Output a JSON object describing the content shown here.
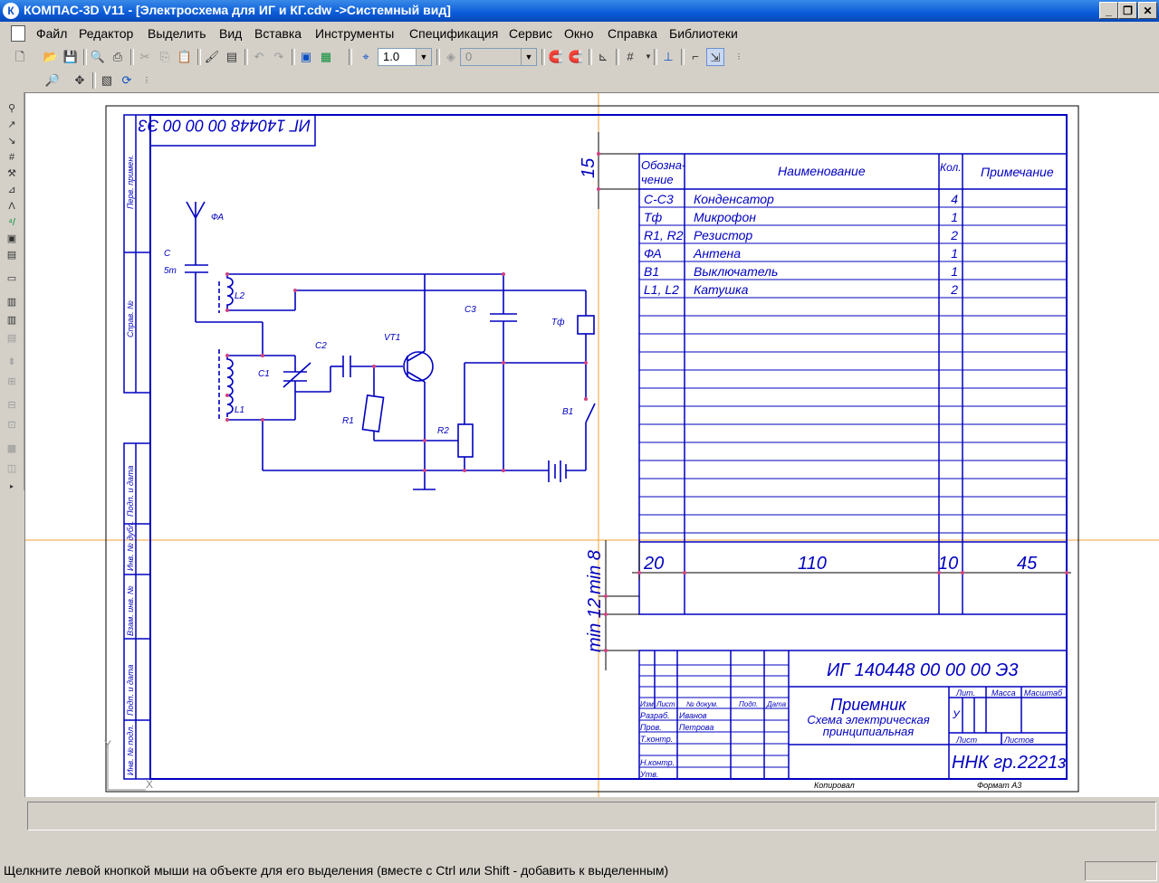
{
  "window": {
    "title": "КОМПАС-3D V11 - [Электросхема для ИГ и КГ.cdw ->Системный вид]",
    "app_icon": "К"
  },
  "menu": [
    "Файл",
    "Редактор",
    "Выделить",
    "Вид",
    "Вставка",
    "Инструменты",
    "Спецификация",
    "Сервис",
    "Окно",
    "Справка",
    "Библиотеки"
  ],
  "toolbar": {
    "scale_value": "1.0",
    "layer_value": "0"
  },
  "status": {
    "message": "Щелкните левой кнопкой мыши на объекте для его выделения (вместе с Ctrl или Shift - добавить к выделенным)"
  },
  "drawing": {
    "stamp_rotated": "ИГ 140448 00 00 00 Э3",
    "side_labels": [
      "Перв. примен.",
      "Справ. №",
      "Подп. и дата",
      "Инв. № дубл.",
      "Взам. инв. №",
      "Подп. и дата",
      "Инв. № подл."
    ],
    "schematic_labels": {
      "antenna": "ФА",
      "cap_c": "С",
      "cap_c_val": "5m",
      "l2": "L2",
      "c3": "С3",
      "tf": "Тф",
      "c2": "С2",
      "vt1": "VT1",
      "c1": "С1",
      "l1": "L1",
      "r1": "R1",
      "r2": "R2",
      "b1": "В1"
    },
    "list_headers": {
      "designation": "Обозна-\nчение",
      "name": "Наименование",
      "qty": "Кол.",
      "note": "Примечание"
    },
    "list_rows": [
      {
        "code": "С-С3",
        "name": "Конденсатор",
        "qty": "4"
      },
      {
        "code": "Тф",
        "name": "Микрофон",
        "qty": "1"
      },
      {
        "code": "R1, R2",
        "name": "Резистор",
        "qty": "2"
      },
      {
        "code": "ФА",
        "name": "Антена",
        "qty": "1"
      },
      {
        "code": "В1",
        "name": "Выключатель",
        "qty": "1"
      },
      {
        "code": "L1, L2",
        "name": "Катушка",
        "qty": "2"
      }
    ],
    "dim_header": "15",
    "dims_columns": [
      "20",
      "110",
      "10",
      "45"
    ],
    "dim_min8": "min 8",
    "dim_min12": "min 12",
    "titleblock": {
      "code": "ИГ 140448 00 00 00 Э3",
      "name1": "Приемник",
      "name2": "Схема электрическая",
      "name3": "принципиальная",
      "lit_hdr": "Лит.",
      "mass_hdr": "Масса",
      "scale_hdr": "Масштаб",
      "lit_val": "У",
      "sheet_hdr": "Лист",
      "sheets_hdr": "Листов",
      "org": "ННК гр.2221з",
      "col_hdrs": [
        "Изм.",
        "Лист",
        "№ докум.",
        "Подп.",
        "Дата"
      ],
      "roles": [
        "Разраб.",
        "Пров.",
        "Т.контр.",
        "",
        "Н.контр.",
        "Утв."
      ],
      "persons": [
        "Иванов",
        "Петрова"
      ],
      "copied": "Копировал",
      "format": "Формат    А3"
    },
    "axis_y": "Y",
    "axis_x": "X"
  }
}
